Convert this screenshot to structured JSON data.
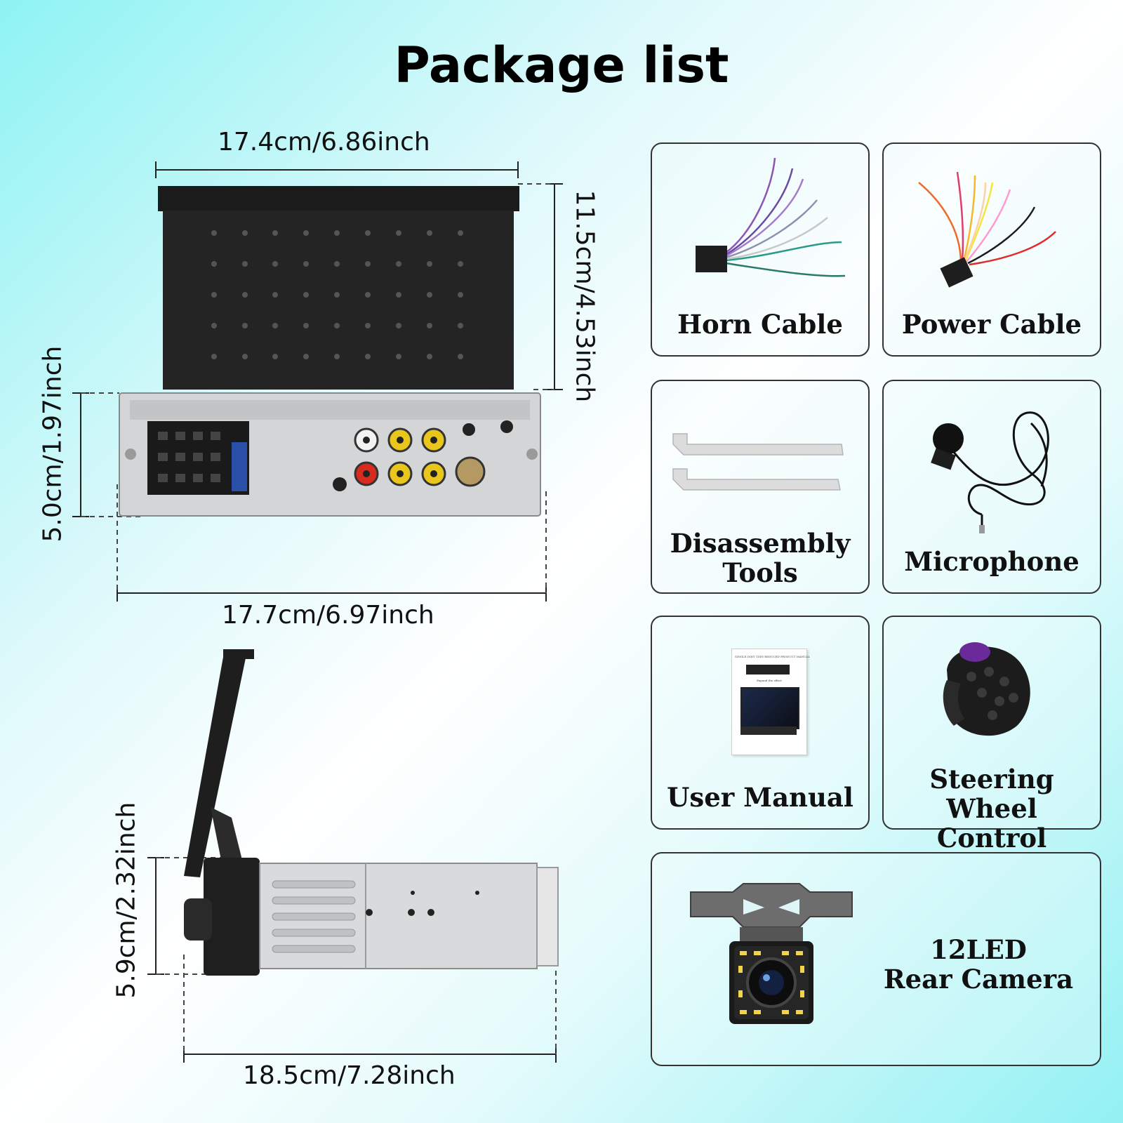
{
  "page": {
    "title": "Package list"
  },
  "dimensions": {
    "top_width": "17.4cm/6.86inch",
    "screen_height": "11.5cm/4.53inch",
    "body_height": "5.0cm/1.97inch",
    "body_width": "17.7cm/6.97inch",
    "side_height": "5.9cm/2.32inch",
    "side_depth": "18.5cm/7.28inch"
  },
  "items": [
    {
      "label": "Horn  Cable",
      "icon": "horn-cable-icon"
    },
    {
      "label": "Power Cable",
      "icon": "power-cable-icon"
    },
    {
      "label": "Disassembly\nTools",
      "icon": "disassembly-tools-icon"
    },
    {
      "label": "Microphone",
      "icon": "microphone-icon"
    },
    {
      "label": "User Manual",
      "icon": "user-manual-icon"
    },
    {
      "label": "Steering Wheel\nControl",
      "icon": "steering-wheel-control-icon"
    },
    {
      "label": "12LED\nRear Camera",
      "icon": "rear-camera-icon"
    }
  ],
  "manual": {
    "header": "SINGLE DINY 1DIN REDUCED PRODUCT MANUAL",
    "caption": "Expand the effect"
  }
}
